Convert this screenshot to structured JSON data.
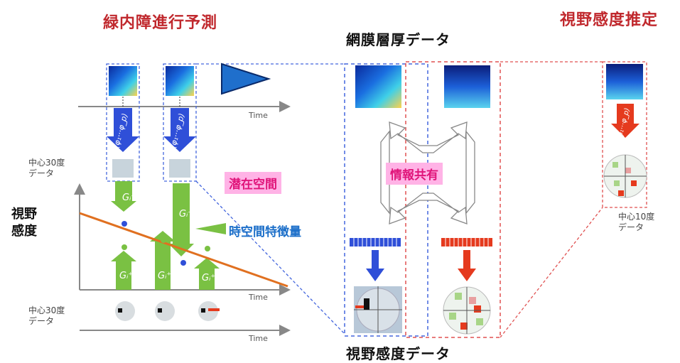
{
  "titles": {
    "left": "緑内障進行予測",
    "right": "視野感度推定",
    "retina": "網膜層厚データ",
    "vf": "視野感度データ"
  },
  "labels": {
    "center30_top_line1": "中心30度",
    "center30_top_line2": "データ",
    "center30_bottom_line1": "中心30度",
    "center30_bottom_line2": "データ",
    "center10_line1": "中心10度",
    "center10_line2": "データ",
    "y_axis_line1": "視野",
    "y_axis_line2": "感度",
    "time_1": "Time",
    "time_2": "Time",
    "time_3": "Time",
    "latent_space": "潜在空間",
    "spatiotemporal": "時空間特徴量",
    "info_share": "情報共有"
  },
  "colors": {
    "red_title": "#c0282d",
    "blue_dash": "#4466dd",
    "red_dash": "#e05050",
    "green": "#7ac143",
    "orange": "#e07020",
    "blue_arrow": "#2f4fd8",
    "red_arrow": "#e53a1e",
    "pink": "#ffb3e6"
  }
}
